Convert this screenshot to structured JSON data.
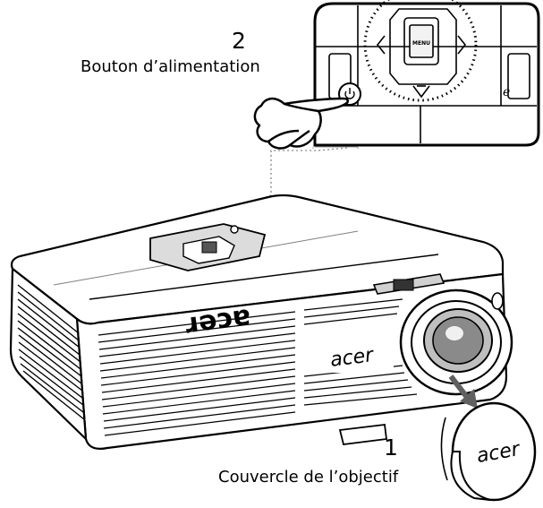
{
  "steps": [
    {
      "number": "2",
      "label": "Bouton d’alimentation"
    },
    {
      "number": "1",
      "label": "Couvercle de l’objectif"
    }
  ],
  "panel": {
    "menu_label": "MENU",
    "e_label": "e"
  },
  "projector": {
    "brand_top": "acer",
    "brand_front": "acer"
  },
  "lens_cap": {
    "brand": "acer"
  },
  "colors": {
    "line": "#000000",
    "shade": "#8a8a8a",
    "light": "#e6e6e6",
    "dotted": "#9a9a9a",
    "arrow": "#606060"
  }
}
